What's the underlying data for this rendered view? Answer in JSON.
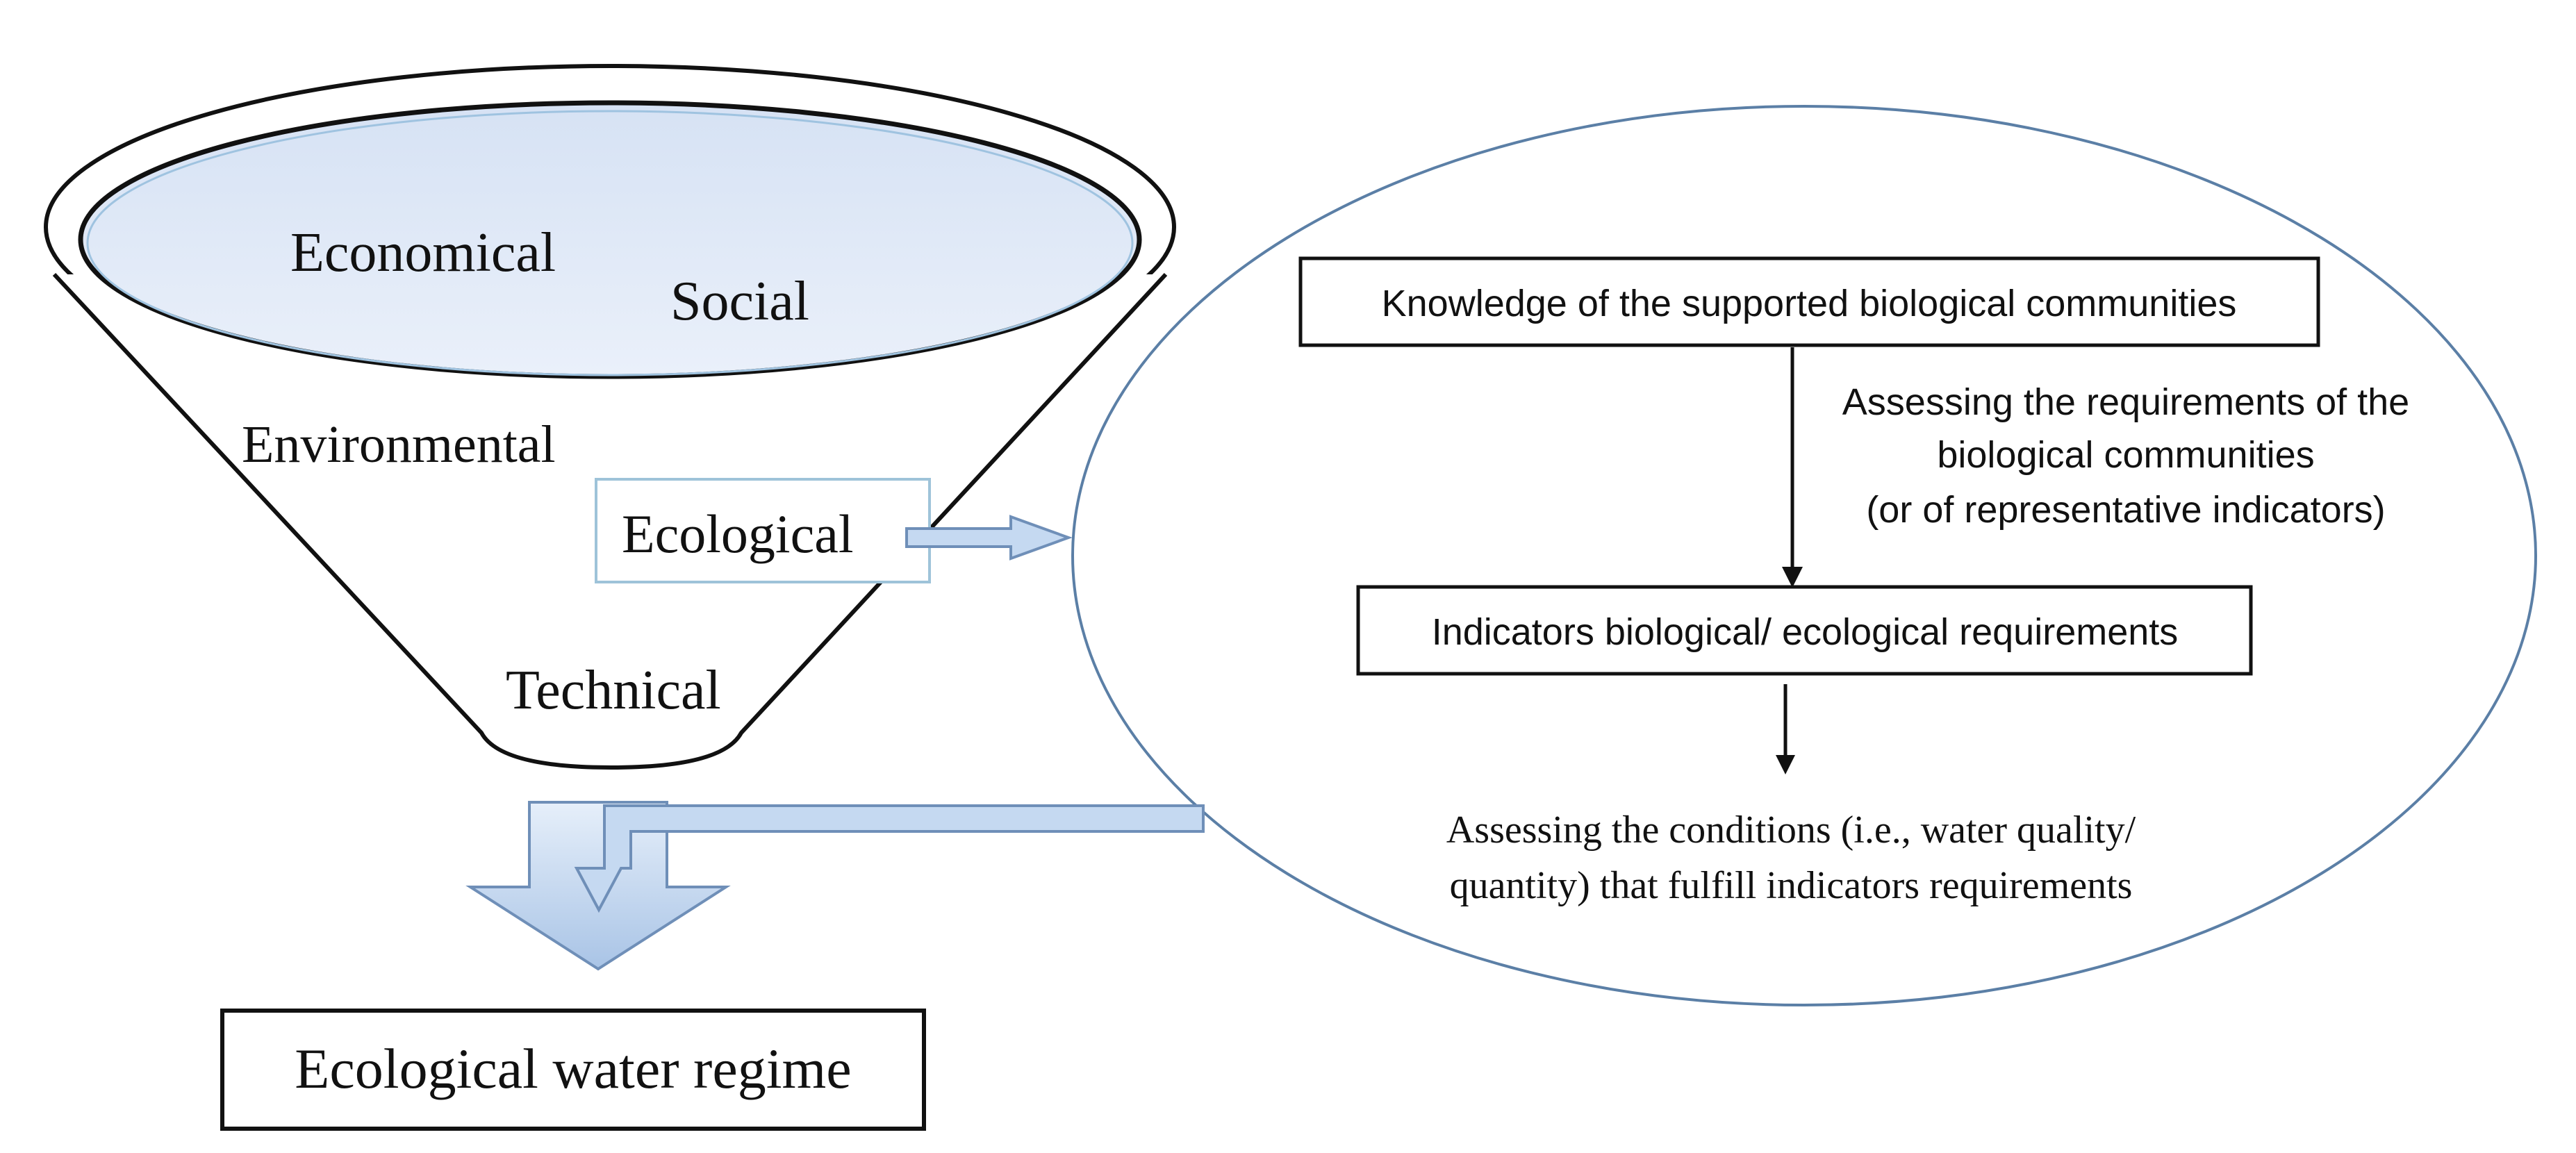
{
  "funnel": {
    "top_label_1": "Economical",
    "top_label_2": "Social",
    "label_environmental": "Environmental",
    "label_ecological": "Ecological",
    "label_technical": "Technical"
  },
  "output": {
    "label": "Ecological water regime"
  },
  "detail": {
    "box_1": "Knowledge of the supported biological communities",
    "step_1_lines": [
      "Assessing the requirements of the",
      "biological communities",
      "(or of representative indicators)"
    ],
    "box_2": "Indicators biological/ ecological requirements",
    "step_2_lines": [
      "Assessing the conditions (i.e., water quality/",
      "quantity) that fulfill indicators requirements"
    ]
  },
  "colors": {
    "arrow_fill": "#c5d9f1",
    "arrow_stroke": "#6f8fb8",
    "ellipse_stroke": "#5b7fa6",
    "ecological_box_stroke": "#9ec3d9",
    "inner_ellipse_fill": "#dfe8f6"
  }
}
